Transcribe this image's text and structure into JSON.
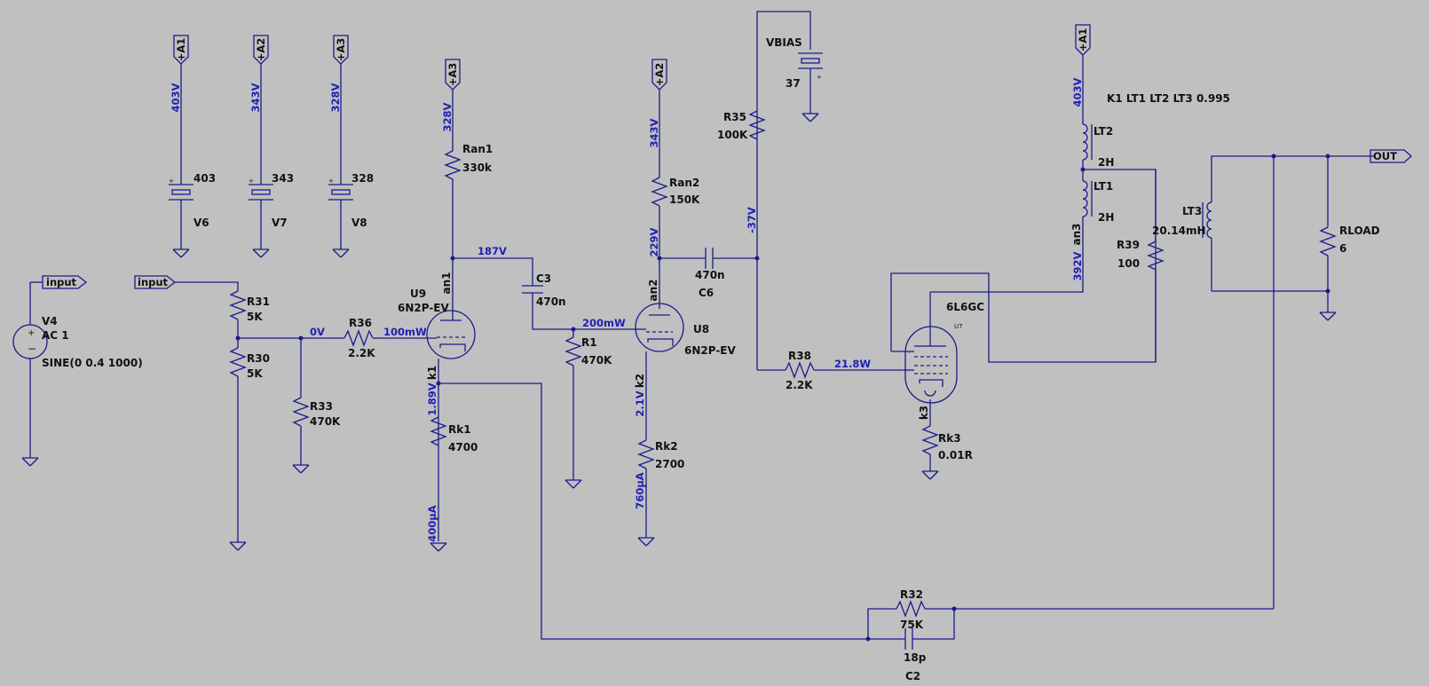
{
  "flags": {
    "a1_left": "+A1",
    "a2_left": "+A2",
    "a3_left": "+A3",
    "a3_tube": "+A3",
    "a2_tube": "+A2",
    "a1_right": "+A1",
    "input_src": "input",
    "input_net": "input",
    "out": "OUT"
  },
  "op_points": {
    "v403_left": "403V",
    "v343_left": "343V",
    "v328_left": "328V",
    "v328_tube": "328V",
    "v343_tube": "343V",
    "v187": "187V",
    "v229": "229V",
    "v0": "0V",
    "p100mw": "100mW",
    "p200mw": "200mW",
    "v189": "1.89V",
    "v21": "2.1V",
    "i400": "400µA",
    "i760": "760µA",
    "vm37": "-37V",
    "p218": "21.8W",
    "v403_right": "403V",
    "v392": "392V"
  },
  "components": {
    "v6_val": "403",
    "v6_name": "V6",
    "v7_val": "343",
    "v7_name": "V7",
    "v8_val": "328",
    "v8_name": "V8",
    "v4_name": "V4",
    "v4_ac": "AC 1",
    "v4_sine": "SINE(0 0.4 1000)",
    "r31_name": "R31",
    "r31_val": "5K",
    "r30_name": "R30",
    "r30_val": "5K",
    "r33_name": "R33",
    "r33_val": "470K",
    "r36_name": "R36",
    "r36_val": "2.2K",
    "ran1_name": "Ran1",
    "ran1_val": "330k",
    "u9_name": "U9",
    "u9_model": "6N2P-EV",
    "an1": "an1",
    "k1": "k1",
    "rk1_name": "Rk1",
    "rk1_val": "4700",
    "c3_name": "C3",
    "c3_val": "470n",
    "r1_name": "R1",
    "r1_val": "470K",
    "ran2_name": "Ran2",
    "ran2_val": "150K",
    "an2": "an2",
    "k2": "k2",
    "u8_name": "U8",
    "u8_model": "6N2P-EV",
    "rk2_name": "Rk2",
    "rk2_val": "2700",
    "c6_val": "470n",
    "c6_name": "C6",
    "vbias_name": "VBIAS",
    "vbias_val": "37",
    "r35_name": "R35",
    "r35_val": "100K",
    "r38_name": "R38",
    "r38_val": "2.2K",
    "tube_model": "6L6GC",
    "u7_tag": "U7",
    "dot_mark": ".",
    "k3": "k3",
    "an3": "an3",
    "rk3_name": "Rk3",
    "rk3_val": "0.01R",
    "k_stmt": "K1 LT1 LT2 LT3 0.995",
    "lt2_name": "LT2",
    "lt2_val": "2H",
    "lt1_name": "LT1",
    "lt1_val": "2H",
    "lt3_name": "LT3",
    "lt3_val": "20.14mH",
    "r39_name": "R39",
    "r39_val": "100",
    "rload_name": "RLOAD",
    "rload_val": "6",
    "r32_name": "R32",
    "r32_val": "75K",
    "c2_val": "18p",
    "c2_name": "C2"
  }
}
